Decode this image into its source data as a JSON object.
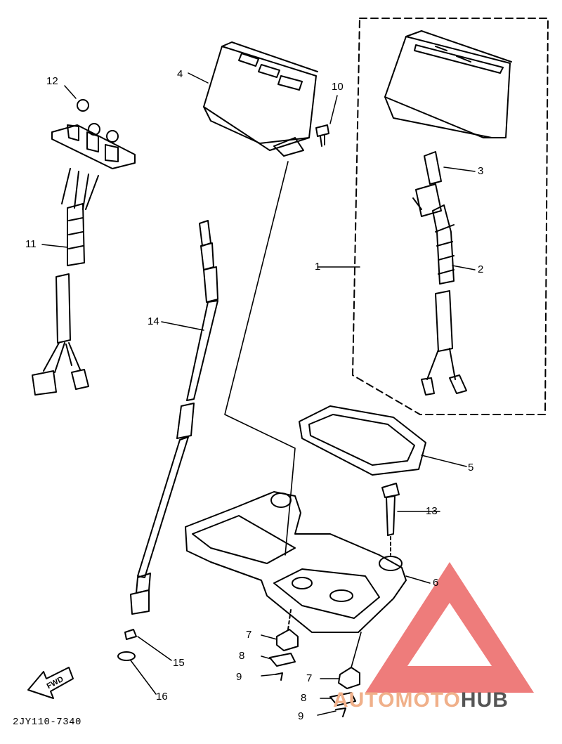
{
  "diagram": {
    "callouts": [
      "1",
      "2",
      "3",
      "4",
      "5",
      "6",
      "7",
      "8",
      "9",
      "10",
      "11",
      "12",
      "13",
      "14",
      "15",
      "16",
      "7",
      "8",
      "9"
    ],
    "drawing_code": "2JY110-7340",
    "direction_marker": "FWD"
  },
  "watermark": {
    "part_a": "AUTOMOTO",
    "part_b": "HUB",
    "color_red": "#e8504f",
    "color_orange": "#f0b08a",
    "color_gray": "#555555"
  }
}
